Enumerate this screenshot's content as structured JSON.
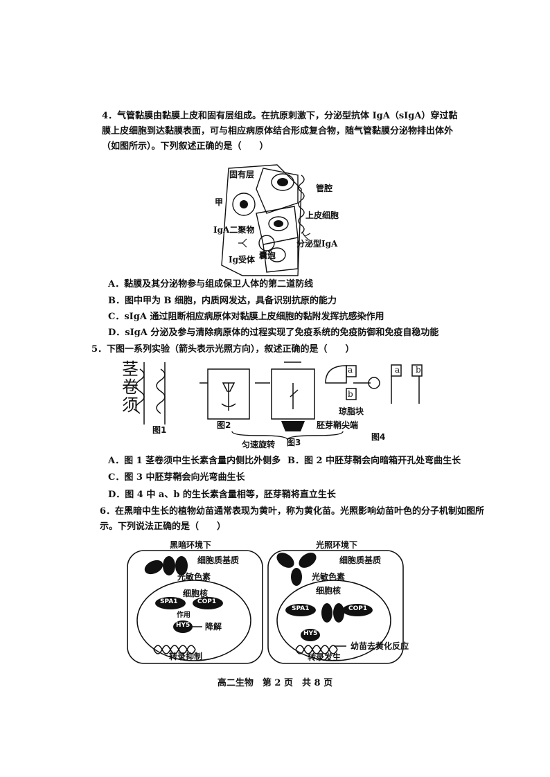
{
  "q4": {
    "stem": "4．气管黏膜由黏膜上皮和固有层组成。在抗原刺激下，分泌型抗体 IgA（sIgA）穿过黏膜上皮细胞到达黏膜表面，可与相应病原体结合形成复合物，随气管黏膜分泌物排出体外（如图所示）。下列叙述正确的是（　　）",
    "figure_labels": {
      "lamina_propria": "固有层",
      "lumen": "管腔",
      "jia": "甲",
      "epithelial_cell": "上皮细胞",
      "iga_dimer": "IgA二聚物",
      "secretory_iga": "分泌型IgA",
      "vesicle": "囊泡",
      "ig_receptor": "Ig受体"
    },
    "options": [
      "A．黏膜及其分泌物参与组成保卫人体的第二道防线",
      "B．图中甲为 B 细胞，内质网发达，具备识别抗原的能力",
      "C．sIgA 通过阻断相应病原体对黏膜上皮细胞的黏附发挥抗感染作用",
      "D．sIgA 分泌及参与清除病原体的过程实现了免疫系统的免疫防御和免疫自稳功能"
    ]
  },
  "q5": {
    "stem": "5．下图一系列实验（箭头表示光照方向），叙述正确的是（　　）",
    "figure_labels": {
      "tendril_1": "茎",
      "tendril_2": "卷",
      "tendril_3": "须",
      "fig1": "图1",
      "fig2": "图2",
      "fig3": "图3",
      "fig4": "图4",
      "rotate": "匀速旋转",
      "agar_block": "琼脂块",
      "coleoptile_tip": "胚芽鞘尖端",
      "a": "a",
      "b": "b"
    },
    "options": [
      "A．图 1 茎卷须中生长素含量内侧比外侧多",
      "B．图 2 中胚芽鞘会向暗箱开孔处弯曲生长",
      "C．图 3 中胚芽鞘会向光弯曲生长",
      "D．图 4 中 a、b 的生长素含量相等，胚芽鞘将直立生长"
    ]
  },
  "q6": {
    "stem": "6．在黑暗中生长的植物幼苗通常表现为黄叶，称为黄化苗。光照影响幼苗叶色的分子机制如图所示。下列说法正确的是（　　）",
    "figure_labels": {
      "dark": "黑暗环境下",
      "light": "光照环境下",
      "cytoplasm_dark": "细胞质基质",
      "cytoplasm_light": "细胞质基质",
      "phytochrome_dark": "光敏色素",
      "phytochrome_light": "光敏色素",
      "nucleus_dark": "细胞核",
      "nucleus_light": "细胞核",
      "spa1_dark": "SPA1",
      "cop1_dark": "COP1",
      "spa1_light": "SPA1",
      "cop1_light": "COP1",
      "action": "作用",
      "hy5_dark": "HY5",
      "hy5_light": "HY5",
      "degrade": "降解",
      "repression": "转录抑制",
      "occurs": "转录发生",
      "deetiolation": "幼苗去黄化反应"
    }
  },
  "footer": "高二生物　第 2 页　共 8 页"
}
